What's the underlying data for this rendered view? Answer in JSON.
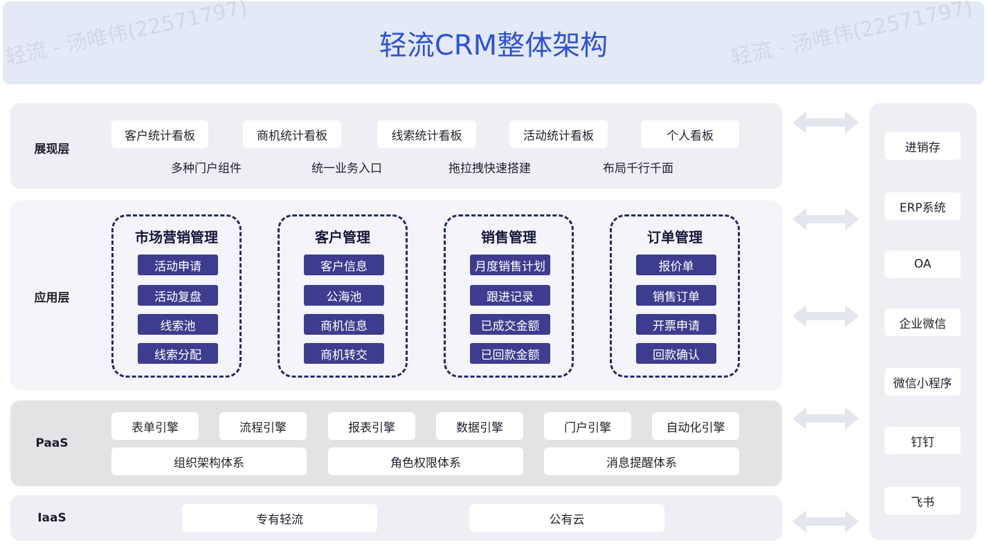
{
  "title": "轻流CRM整体架构",
  "watermark": "轻流 - 汤唯伟(22571797)",
  "presentation_layer": {
    "name": "展现层",
    "dashboards": [
      "客户统计看板",
      "商机统计看板",
      "线索统计看板",
      "活动统计看板",
      "个人看板"
    ],
    "features": [
      "多种门户组件",
      "统一业务入口",
      "拖拉拽快速搭建",
      "布局千行千面"
    ]
  },
  "application_layer": {
    "name": "应用层",
    "modules": [
      {
        "title": "市场营销管理",
        "items": [
          "活动申请",
          "活动复盘",
          "线索池",
          "线索分配"
        ]
      },
      {
        "title": "客户管理",
        "items": [
          "客户信息",
          "公海池",
          "商机信息",
          "商机转交"
        ]
      },
      {
        "title": "销售管理",
        "items": [
          "月度销售计划",
          "跟进记录",
          "已成交金额",
          "已回款金额"
        ]
      },
      {
        "title": "订单管理",
        "items": [
          "报价单",
          "销售订单",
          "开票申请",
          "回款确认"
        ]
      }
    ]
  },
  "paas_layer": {
    "name": "PaaS",
    "engines": [
      "表单引擎",
      "流程引擎",
      "报表引擎",
      "数据引擎",
      "门户引擎",
      "自动化引擎"
    ],
    "systems": [
      "组织架构体系",
      "角色权限体系",
      "消息提醒体系"
    ]
  },
  "iaas_layer": {
    "name": "IaaS",
    "clouds": [
      "专有轻流",
      "公有云"
    ]
  },
  "integrations": [
    "进销存",
    "ERP系统",
    "OA",
    "企业微信",
    "微信小程序",
    "钉钉",
    "飞书"
  ],
  "colors": {
    "title": "#2d52d9",
    "header_bg": "#e3e9f6",
    "module_item_bg": "#3e3c8e",
    "module_border": "#222a6a",
    "paas_bg": "#e3e3e6"
  }
}
